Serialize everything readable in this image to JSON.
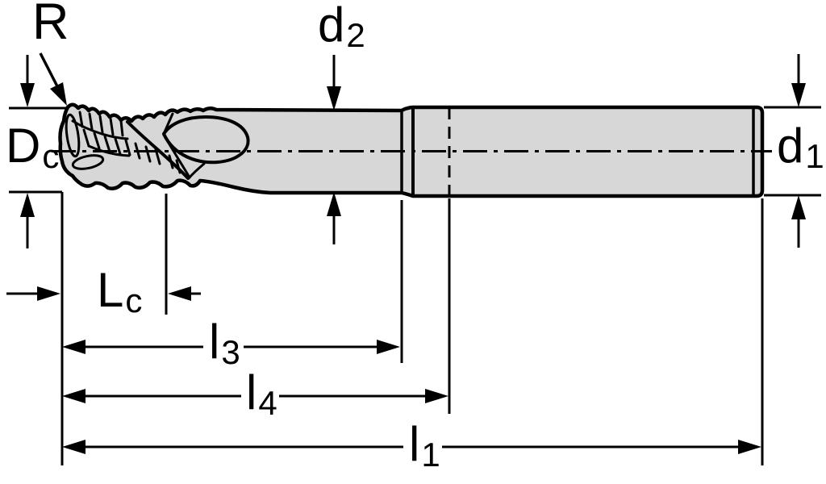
{
  "drawing": {
    "colors": {
      "line": "#000000",
      "body_fill": "#d7d7d7",
      "background": "#ffffff"
    },
    "labels": {
      "corner_radius": {
        "main": "R",
        "sub": ""
      },
      "neck_diameter": {
        "main": "d",
        "sub": "2"
      },
      "cutting_diameter": {
        "main": "D",
        "sub": "c"
      },
      "shank_diameter": {
        "main": "d",
        "sub": "1"
      },
      "cutting_length": {
        "main": "L",
        "sub": "c"
      },
      "flute_length_l3": {
        "main": "l",
        "sub": "3"
      },
      "neck_length_l4": {
        "main": "l",
        "sub": "4"
      },
      "overall_length_l1": {
        "main": "l",
        "sub": "1"
      }
    }
  }
}
